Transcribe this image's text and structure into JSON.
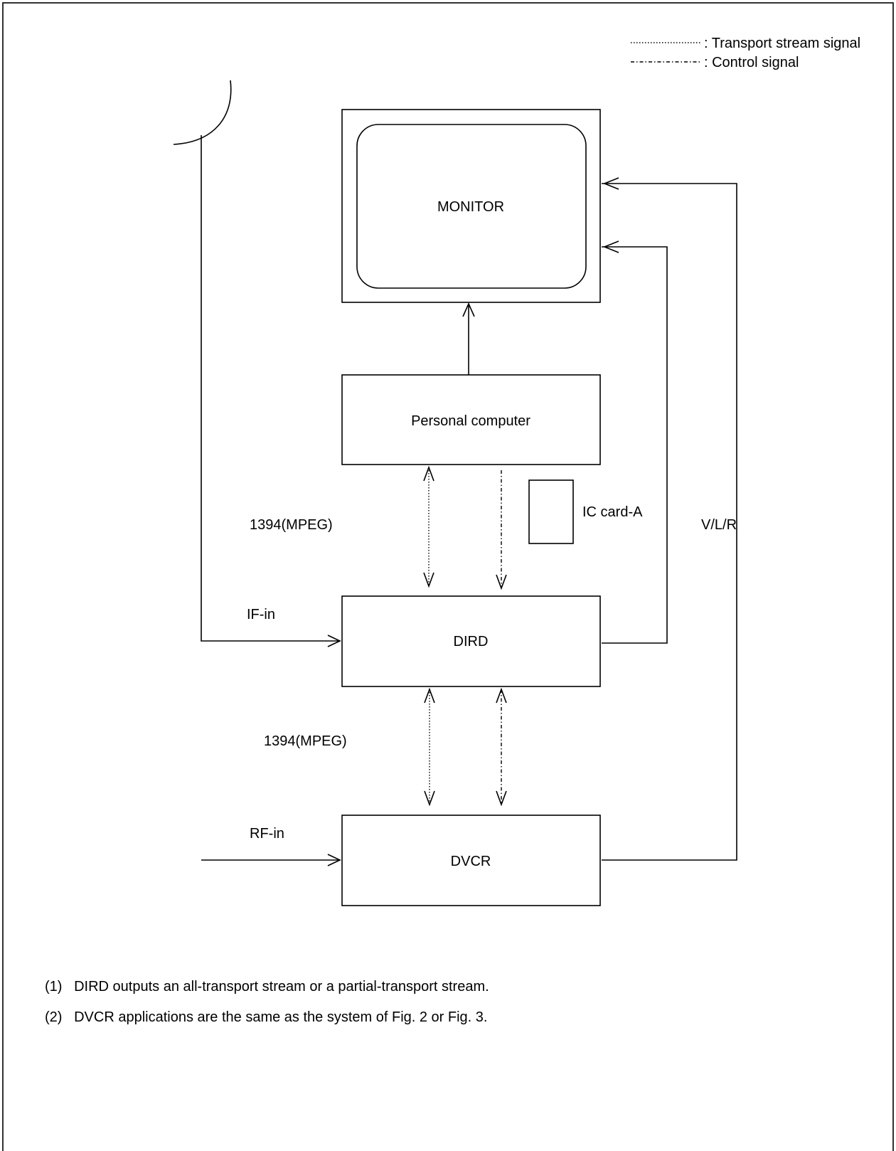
{
  "legend": {
    "transport_label": ": Transport stream signal",
    "control_label": ": Control signal"
  },
  "nodes": {
    "monitor": "MONITOR",
    "pc": "Personal computer",
    "ic_card": "IC card-A",
    "dird": "DIRD",
    "dvcr": "DVCR"
  },
  "edge_labels": {
    "pc_dird": "1394(MPEG)",
    "dird_dvcr": "1394(MPEG)",
    "if_in": "IF-in",
    "rf_in": "RF-in",
    "vlr": "V/L/R"
  },
  "notes": [
    "(1)   DIRD outputs an all-transport stream or a partial-transport stream.",
    "(2)   DVCR applications are the same as the system of Fig. 2 or Fig. 3."
  ]
}
